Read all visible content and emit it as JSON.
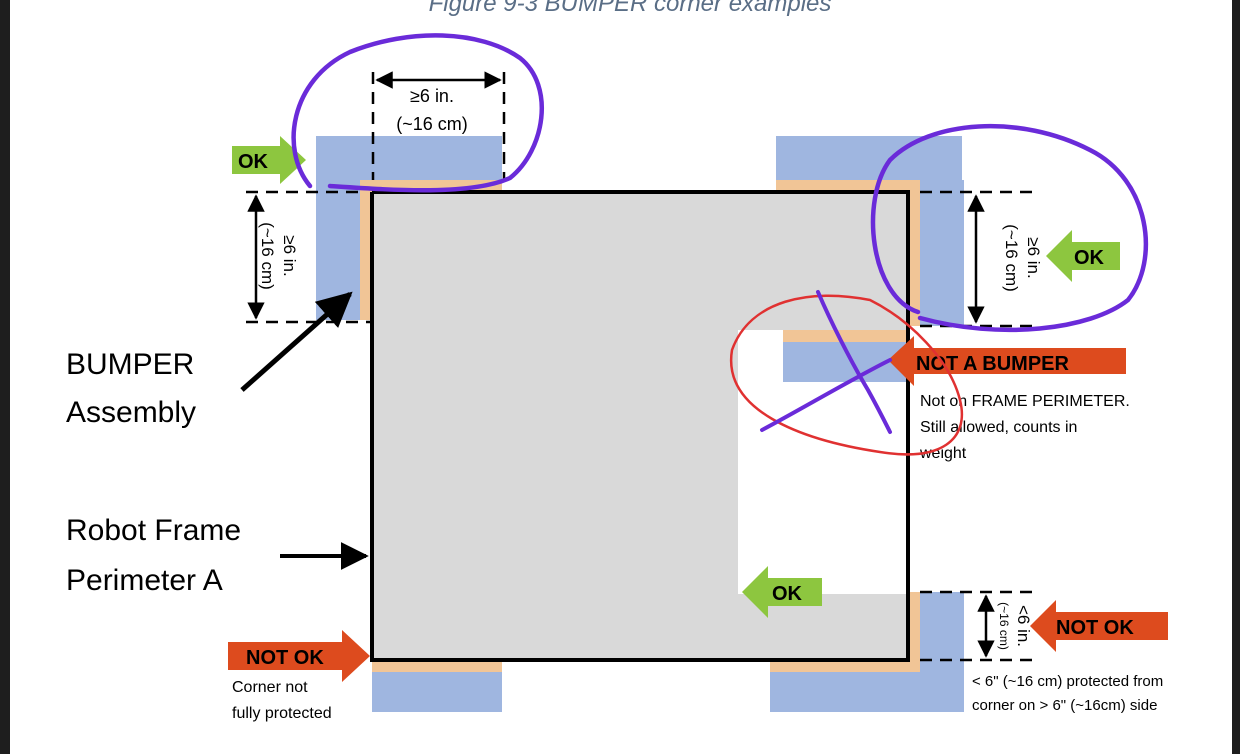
{
  "figure": {
    "caption": "Figure 9-3 BUMPER corner examples"
  },
  "labels": {
    "bumper_assembly_line1": "BUMPER",
    "bumper_assembly_line2": "Assembly",
    "robot_frame_line1": "Robot Frame",
    "robot_frame_line2": "Perimeter A"
  },
  "dimensions": {
    "top_left_top_line1": "≥6 in.",
    "top_left_top_line2": "(~16 cm)",
    "top_left_side_line1": "≥6 in.",
    "top_left_side_line2": "(~16 cm)",
    "top_right_side_line1": "≥6 in.",
    "top_right_side_line2": "(~16 cm)",
    "bottom_right_side_line1": "<6 in.",
    "bottom_right_side_line2": "(~16 cm)"
  },
  "callouts": {
    "ok_top_left": "OK",
    "ok_top_right": "OK",
    "ok_middle": "OK",
    "not_a_bumper": "NOT A BUMPER",
    "not_a_bumper_note_line1": "Not on FRAME PERIMETER.",
    "not_a_bumper_note_line2": "Still allowed, counts in",
    "not_a_bumper_note_line3": "weight",
    "not_ok_bottom_left": "NOT OK",
    "not_ok_bottom_left_note_line1": "Corner not",
    "not_ok_bottom_left_note_line2": "fully protected",
    "not_ok_bottom_right": "NOT OK",
    "not_ok_bottom_right_note_line1": "< 6\" (~16 cm) protected from",
    "not_ok_bottom_right_note_line2": "corner on > 6\" (~16cm) side"
  },
  "colors": {
    "bumper_blue": "#9fb6e0",
    "bumper_wood": "#f1c596",
    "frame_fill": "#d9d9d9",
    "ok_green": "#8dc63f",
    "not_ok_red": "#dd4b1e",
    "annotation_purple": "#6a2bd9",
    "annotation_red": "#e03131"
  }
}
